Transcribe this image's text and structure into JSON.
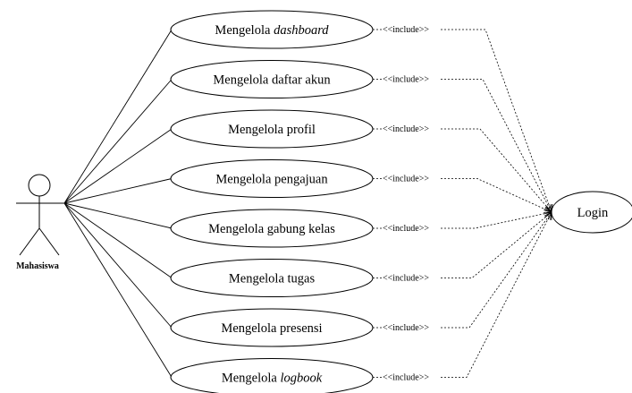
{
  "actor": {
    "label": "Mahasiswa"
  },
  "login": {
    "label": "Login"
  },
  "include_label": "<<include>>",
  "use_cases": [
    {
      "prefix": "Mengelola ",
      "term": "dashboard",
      "italic": true
    },
    {
      "prefix": "Mengelola daftar akun",
      "term": "",
      "italic": false
    },
    {
      "prefix": "Mengelola profil",
      "term": "",
      "italic": false
    },
    {
      "prefix": "Mengelola pengajuan",
      "term": "",
      "italic": false
    },
    {
      "prefix": "Mengelola gabung kelas",
      "term": "",
      "italic": false
    },
    {
      "prefix": "Mengelola tugas",
      "term": "",
      "italic": false
    },
    {
      "prefix": "Mengelola presensi",
      "term": "",
      "italic": false
    },
    {
      "prefix": "Mengelola ",
      "term": "logbook",
      "italic": true
    }
  ]
}
